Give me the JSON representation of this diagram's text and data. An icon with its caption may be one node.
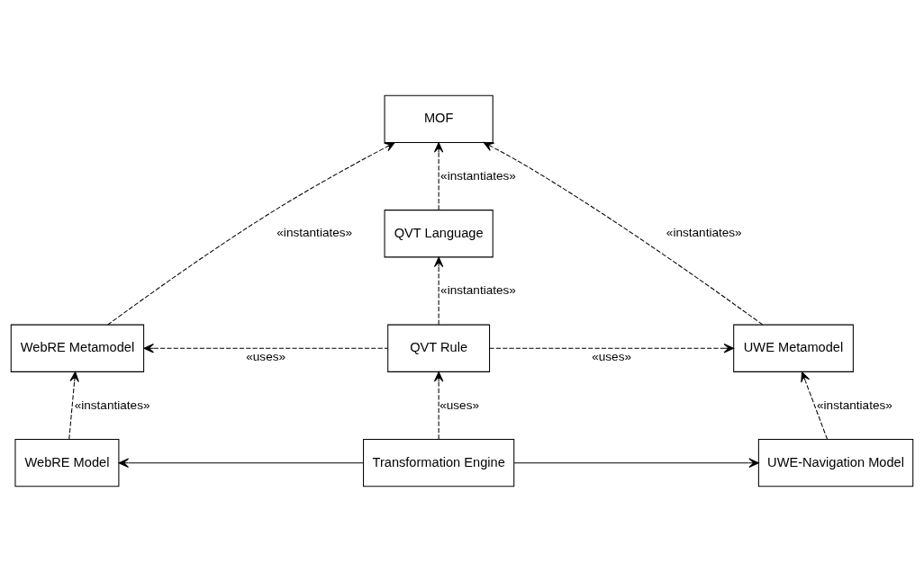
{
  "diagram": {
    "nodes": [
      {
        "text": [
          "MOF"
        ]
      },
      {
        "text": [
          "QVT Language"
        ]
      },
      {
        "text": [
          "WebRE Metamodel"
        ]
      },
      {
        "text": [
          "QVT Rule"
        ]
      },
      {
        "text": [
          "UWE Metamodel"
        ]
      },
      {
        "text": [
          "WebRE Model"
        ]
      },
      {
        "text": [
          "Transformation Engine"
        ]
      },
      {
        "text": [
          "UWE-Navigation Model"
        ]
      }
    ],
    "edges": [
      {
        "from": 2,
        "to": 0,
        "arrow": "to",
        "style": "dashed",
        "label": "«instantiates»"
      },
      {
        "from": 1,
        "to": 0,
        "arrow": "to",
        "style": "dashed",
        "label": "«instantiates»"
      },
      {
        "from": 4,
        "to": 0,
        "arrow": "to",
        "style": "dashed",
        "label": "«instantiates»"
      },
      {
        "from": 3,
        "to": 1,
        "arrow": "to",
        "style": "dashed",
        "label": "«instantiates»"
      },
      {
        "from": 3,
        "to": 2,
        "arrow": "to",
        "style": "dashed",
        "label": "«uses»"
      },
      {
        "from": 3,
        "to": 4,
        "arrow": "to",
        "style": "dashed",
        "label": "«uses»"
      },
      {
        "from": 5,
        "to": 2,
        "arrow": "to",
        "style": "dashed",
        "label": "«instantiates»"
      },
      {
        "from": 6,
        "to": 3,
        "arrow": "to",
        "style": "dashed",
        "label": "«uses»"
      },
      {
        "from": 7,
        "to": 4,
        "arrow": "to",
        "style": "dashed",
        "label": "«instantiates»"
      },
      {
        "from": 6,
        "to": 5,
        "arrow": "to"
      },
      {
        "from": 6,
        "to": 7,
        "arrow": "to"
      }
    ]
  }
}
